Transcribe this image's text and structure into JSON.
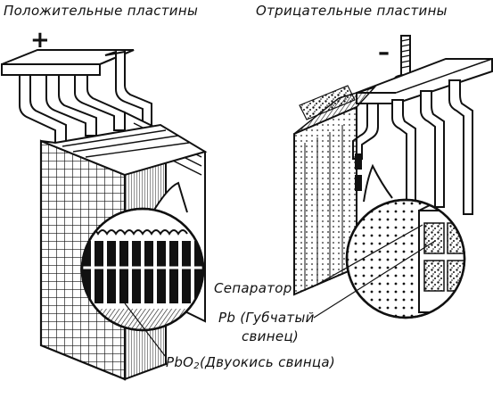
{
  "labels": {
    "positive_plates": "Положительные пластины",
    "negative_plates": "Отрицательные пластины",
    "plus_sign": "+",
    "minus_sign": "–",
    "separator": "Сепаратор",
    "pb_line1": "Pb (Губчатый",
    "pb_line2": "свинец)",
    "pbo2_prefix": "PbO",
    "pbo2_subscript": "2",
    "pbo2_suffix": "(Двуокись свинца)"
  },
  "colors": {
    "ink": "#111111",
    "background": "#ffffff"
  }
}
